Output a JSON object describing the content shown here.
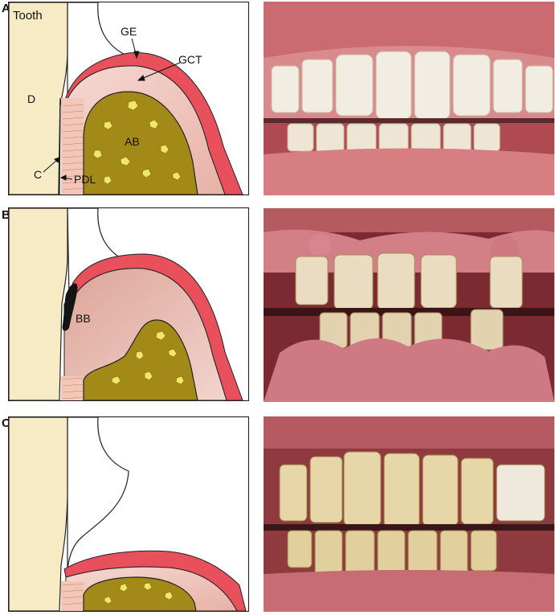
{
  "figure": {
    "panels": [
      {
        "letter": "A",
        "diagram_labels": {
          "tooth": "Tooth",
          "d": "D",
          "ge": "GE",
          "gct": "GCT",
          "ab": "AB",
          "c": "C",
          "pdl": "PDL"
        },
        "photo_subject": "healthy gingiva, front teeth"
      },
      {
        "letter": "B",
        "diagram_labels": {
          "bb": "BB"
        },
        "photo_subject": "swollen inflamed gingiva with plaque and calculus"
      },
      {
        "letter": "C",
        "diagram_labels": {},
        "photo_subject": "receded gingiva with stained elongated teeth"
      }
    ]
  },
  "colors": {
    "tooth": "#f7ebc6",
    "epithelium": "#e8505c",
    "connective": "#f4d2cc",
    "bone": "#a38a18",
    "bone_spot": "#f2e668",
    "pdl": "#e89a78",
    "biofilm": "#141414"
  }
}
